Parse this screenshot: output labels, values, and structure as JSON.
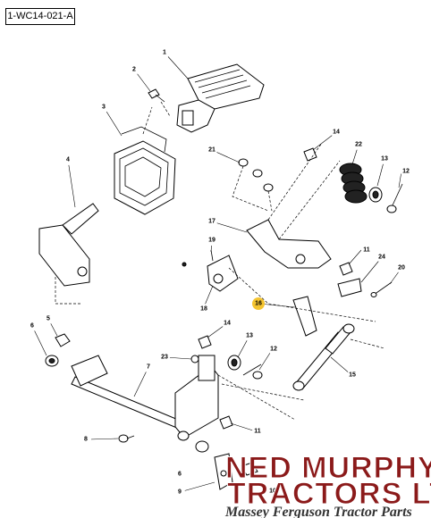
{
  "diagram": {
    "reference_code": "1-WC14-021-A",
    "highlight_color": "#f4c430",
    "callout_text_color": "#1a1aa0",
    "callouts": [
      {
        "id": "c1",
        "label": "1"
      },
      {
        "id": "c2",
        "label": "2"
      },
      {
        "id": "c3",
        "label": "3"
      },
      {
        "id": "c4",
        "label": "4"
      },
      {
        "id": "c5",
        "label": "5"
      },
      {
        "id": "c6a",
        "label": "6"
      },
      {
        "id": "c6b",
        "label": "6"
      },
      {
        "id": "c7",
        "label": "7"
      },
      {
        "id": "c8",
        "label": "8"
      },
      {
        "id": "c9",
        "label": "9"
      },
      {
        "id": "c10",
        "label": "10"
      },
      {
        "id": "c11a",
        "label": "11"
      },
      {
        "id": "c11b",
        "label": "11"
      },
      {
        "id": "c12a",
        "label": "12"
      },
      {
        "id": "c12b",
        "label": "12"
      },
      {
        "id": "c13a",
        "label": "13"
      },
      {
        "id": "c13b",
        "label": "13"
      },
      {
        "id": "c14a",
        "label": "14"
      },
      {
        "id": "c14b",
        "label": "14"
      },
      {
        "id": "c15",
        "label": "15"
      },
      {
        "id": "c16",
        "label": "16",
        "highlighted": true
      },
      {
        "id": "c17",
        "label": "17"
      },
      {
        "id": "c18",
        "label": "18"
      },
      {
        "id": "c19",
        "label": "19"
      },
      {
        "id": "c20",
        "label": "20"
      },
      {
        "id": "c21",
        "label": "21"
      },
      {
        "id": "c22",
        "label": "22"
      },
      {
        "id": "c23",
        "label": "23"
      },
      {
        "id": "c24",
        "label": "24"
      }
    ]
  },
  "watermark": {
    "line1": "NED MURPHY",
    "line2": "TRACTORS LTD.",
    "tagline": "Massey Ferguson Tractor Parts",
    "color": "#8b1a1a"
  }
}
